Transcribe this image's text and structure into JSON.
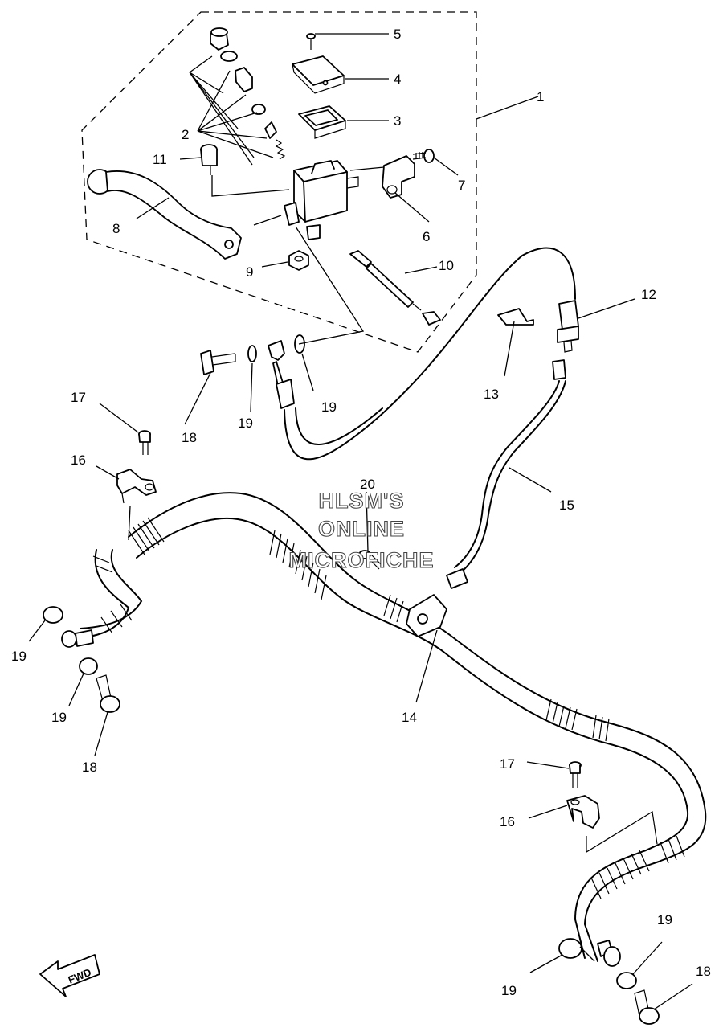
{
  "callouts": [
    {
      "id": "c1",
      "text": "1"
    },
    {
      "id": "c2",
      "text": "2"
    },
    {
      "id": "c3",
      "text": "3"
    },
    {
      "id": "c4",
      "text": "4"
    },
    {
      "id": "c5",
      "text": "5"
    },
    {
      "id": "c6",
      "text": "6"
    },
    {
      "id": "c7",
      "text": "7"
    },
    {
      "id": "c8",
      "text": "8"
    },
    {
      "id": "c9",
      "text": "9"
    },
    {
      "id": "c10",
      "text": "10"
    },
    {
      "id": "c11",
      "text": "11"
    },
    {
      "id": "c12",
      "text": "12"
    },
    {
      "id": "c13",
      "text": "13"
    },
    {
      "id": "c14",
      "text": "14"
    },
    {
      "id": "c15",
      "text": "15"
    },
    {
      "id": "c16a",
      "text": "16"
    },
    {
      "id": "c16b",
      "text": "16"
    },
    {
      "id": "c17a",
      "text": "17"
    },
    {
      "id": "c17b",
      "text": "17"
    },
    {
      "id": "c18a",
      "text": "18"
    },
    {
      "id": "c18b",
      "text": "18"
    },
    {
      "id": "c18c",
      "text": "18"
    },
    {
      "id": "c19a",
      "text": "19"
    },
    {
      "id": "c19b",
      "text": "19"
    },
    {
      "id": "c19c",
      "text": "19"
    },
    {
      "id": "c19d",
      "text": "19"
    },
    {
      "id": "c19e",
      "text": "19"
    },
    {
      "id": "c19f",
      "text": "19"
    },
    {
      "id": "c20",
      "text": "20"
    }
  ],
  "watermark": {
    "line1": "HLSM'S",
    "line2": "ONLINE",
    "line3": "MICROFICHE"
  },
  "direction_arrow": {
    "label": "FWD"
  }
}
